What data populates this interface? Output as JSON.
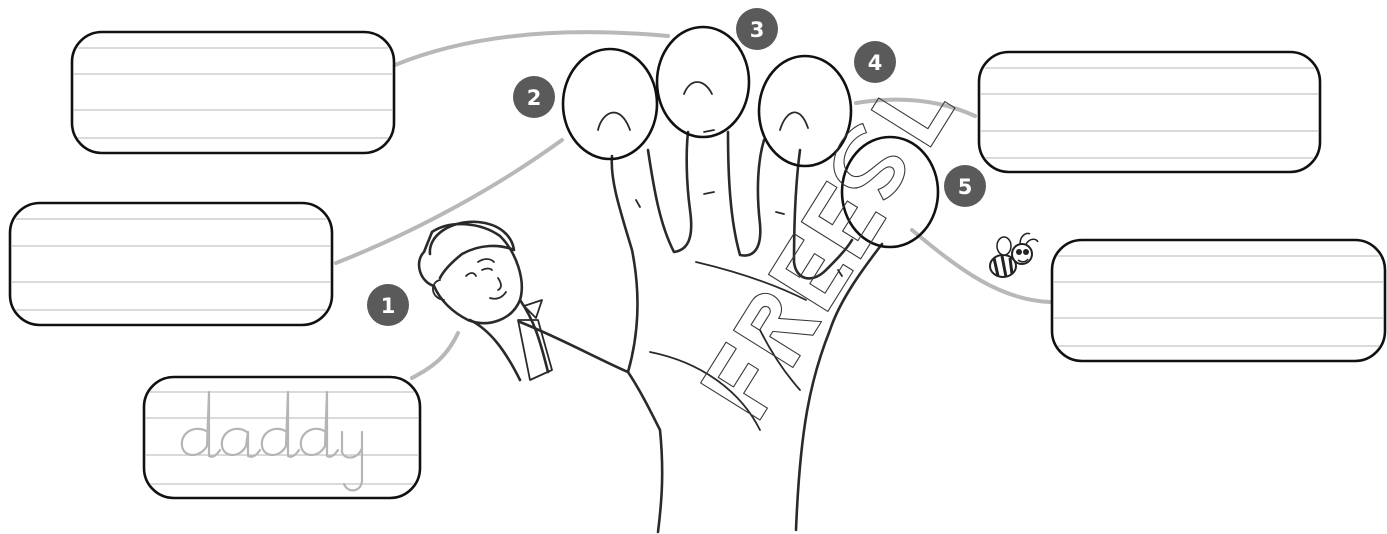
{
  "fingers": [
    {
      "number": "1",
      "word": "daddy"
    },
    {
      "number": "2",
      "word": ""
    },
    {
      "number": "3",
      "word": ""
    },
    {
      "number": "4",
      "word": ""
    },
    {
      "number": "5",
      "word": ""
    }
  ],
  "colors": {
    "badge": "#5a5a5a",
    "connector": "#b8b8b8",
    "guide_line": "#c4c4c4",
    "outline": "#111111"
  },
  "icons": {
    "thumb_figure": "father-face-icon",
    "little_finger_figure": "bee-icon",
    "watermark": "free-watermark"
  }
}
